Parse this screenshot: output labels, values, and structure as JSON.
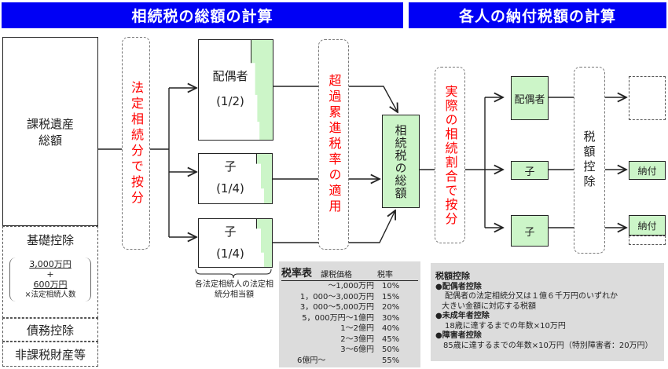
{
  "headers": {
    "left": "相続税の総額の計算",
    "right": "各人の納付税額の計算"
  },
  "estate": {
    "taxable": "課税遺産総額",
    "basic": "基礎控除",
    "basic_a": "3,000万円",
    "plus": "+",
    "basic_b": "600万円",
    "basic_c": "×法定相続人数",
    "debt": "債務控除",
    "nontax": "非課税財産等"
  },
  "step1": "法定相続分で按分",
  "heirs": [
    {
      "name": "配偶者",
      "share": "(1/2)"
    },
    {
      "name": "子",
      "share": "(1/4)"
    },
    {
      "name": "子",
      "share": "(1/4)"
    }
  ],
  "brace_note": "各法定相続人の法定相続分相当額",
  "step2": "超過累進税率の適用",
  "total": "相続税の総額",
  "step3": "実際の相続割合で按分",
  "actual": [
    "配偶者",
    "子",
    "子"
  ],
  "step4": "税額控除",
  "payments": [
    "納付",
    "納付"
  ],
  "tax_table": {
    "title": "税率表",
    "col1": "課税価格",
    "col2": "税率",
    "rows": [
      [
        "～1,000万円",
        "10%"
      ],
      [
        "1，000～3,000万円",
        "15%"
      ],
      [
        "3，000～5,000万円",
        "20%"
      ],
      [
        "5，000万円～1億円",
        "30%"
      ],
      [
        "1～2億円",
        "40%"
      ],
      [
        "2～3億円",
        "45%"
      ],
      [
        "3～6億円",
        "50%"
      ],
      [
        "6億円～",
        "55%"
      ]
    ]
  },
  "deductions": {
    "title": "税額控除",
    "items": [
      {
        "head": "●配偶者控除",
        "lines": [
          "配偶者の法定相続分又は１億６千万円のいずれか",
          "大きい金額に対応する税額"
        ]
      },
      {
        "head": "●未成年者控除",
        "lines": [
          "18歳に達するまでの年数×10万円"
        ]
      },
      {
        "head": "●障害者控除",
        "lines": [
          "85歳に達するまでの年数×10万円（特別障害者：20万円）"
        ]
      }
    ]
  }
}
